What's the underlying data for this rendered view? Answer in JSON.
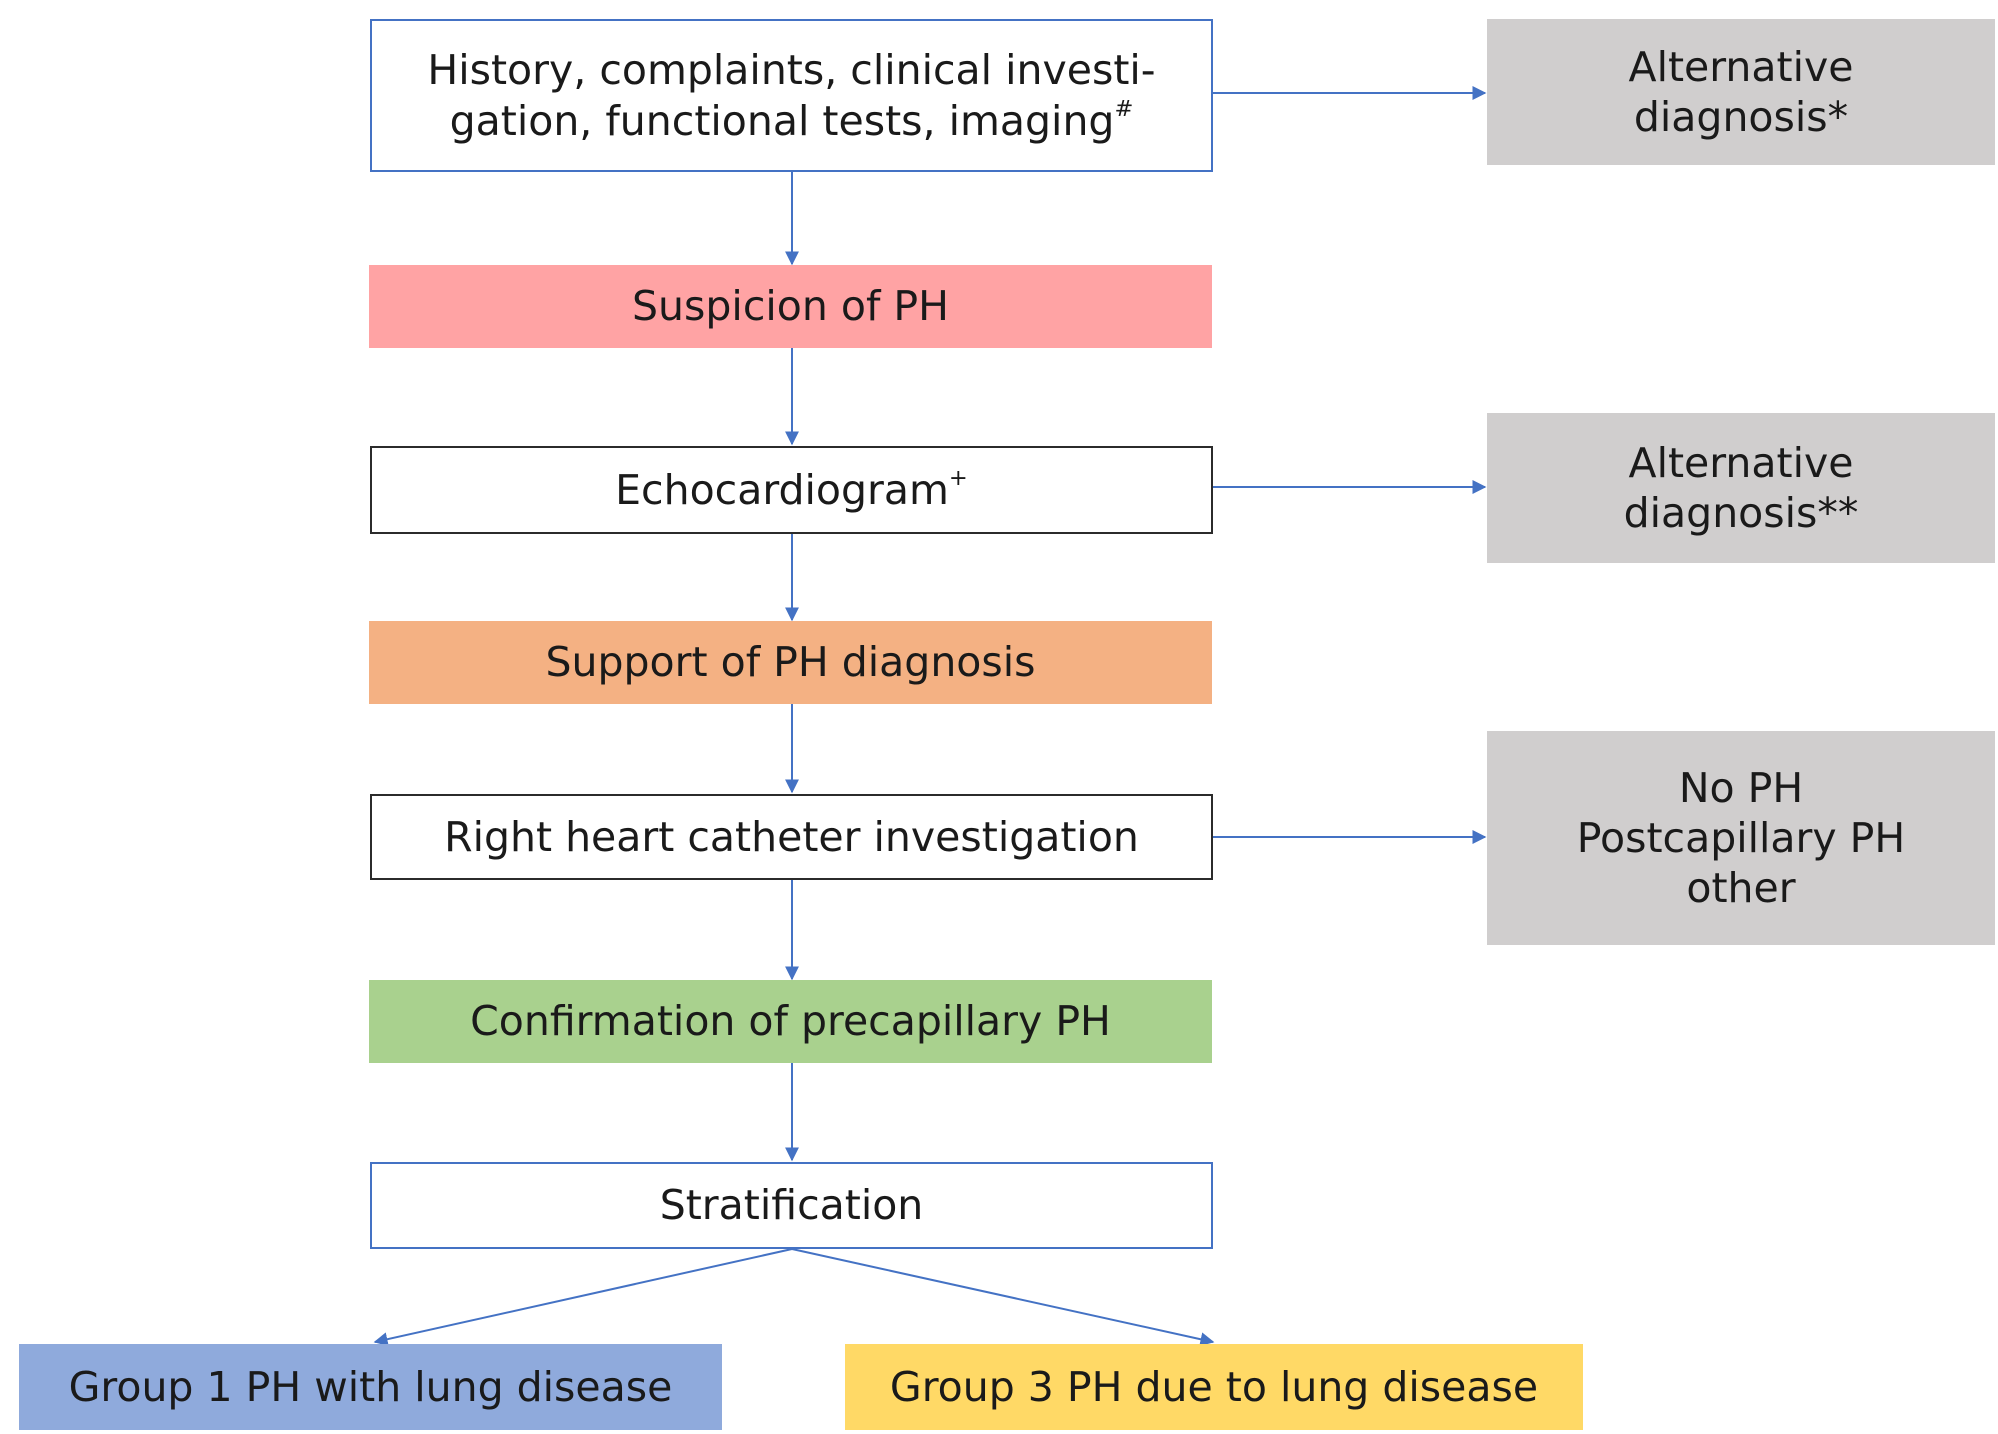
{
  "colors": {
    "connector": "#4472c4",
    "outline_blue": "#4472c4",
    "outline_black": "#2b2b2b",
    "suspicion": "#ffa3a4",
    "support": "#f4b183",
    "confirmation": "#a9d18e",
    "alternative": "#d0cece",
    "group1": "#8faadc",
    "group3": "#ffd966"
  },
  "main_flow": {
    "history": {
      "line1": "History, complaints, clinical investi-",
      "line2": "gation,  functional tests, imaging",
      "superscript": "#"
    },
    "suspicion": "Suspicion of PH",
    "echocardiogram": {
      "text": "Echocardiogram",
      "superscript": "+"
    },
    "support": "Support of PH diagnosis",
    "catheter": "Right heart catheter investigation",
    "confirmation": "Confirmation of precapillary PH",
    "stratification": "Stratification"
  },
  "side_boxes": {
    "alt1": {
      "line1": "Alternative",
      "line2": "diagnosis*"
    },
    "alt2": {
      "line1": "Alternative",
      "line2": "diagnosis**"
    },
    "outcomes": {
      "line1": "No PH",
      "line2": "Postcapillary PH",
      "line3": "other"
    }
  },
  "groups": {
    "group1": "Group 1 PH with  lung disease",
    "group3": "Group 3 PH due  to lung disease"
  }
}
